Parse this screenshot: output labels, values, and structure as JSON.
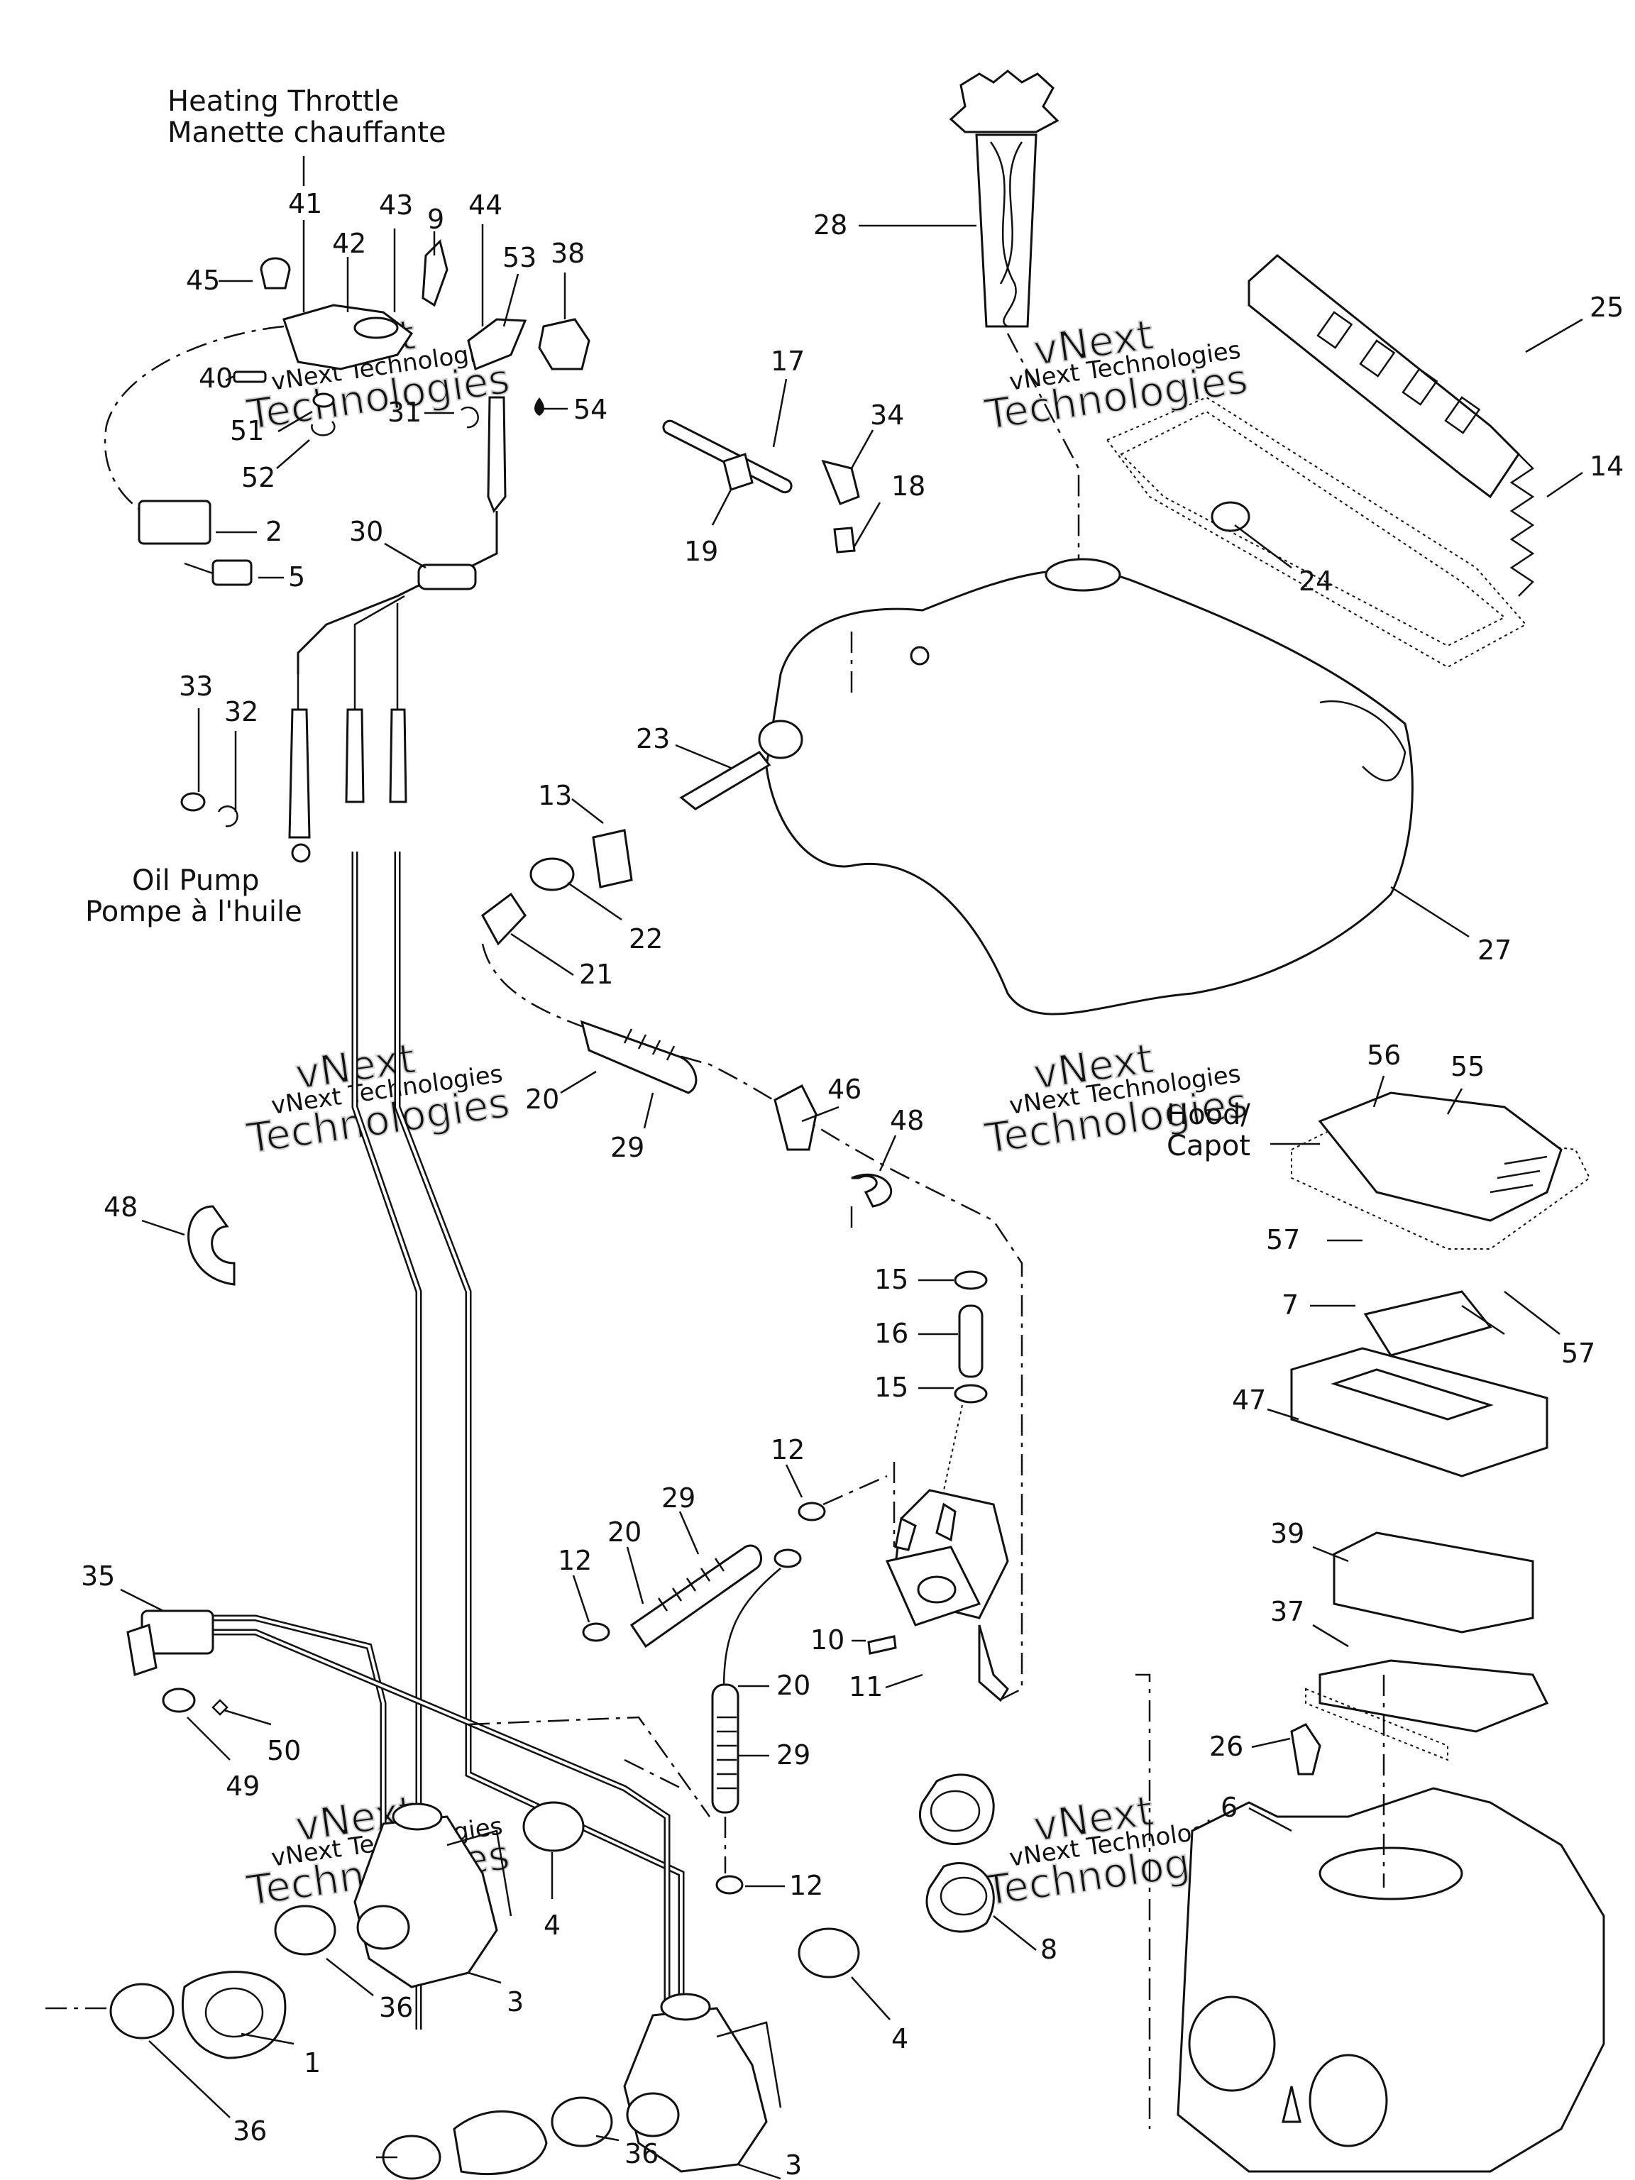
{
  "captions": {
    "heating_throttle_en": "Heating Throttle",
    "heating_throttle_fr": "Manette chauffante",
    "oil_pump_en": "Oil Pump",
    "oil_pump_fr": "Pompe à l'huile",
    "hood_en": "Hood/",
    "hood_fr": "Capot"
  },
  "watermark": {
    "line1": "vNext Technologies",
    "line2": "Technologies",
    "brand": "vNext"
  },
  "callouts": [
    "45",
    "41",
    "42",
    "43",
    "9",
    "44",
    "53",
    "38",
    "40",
    "51",
    "52",
    "31",
    "54",
    "2",
    "5",
    "30",
    "33",
    "32",
    "28",
    "25",
    "17",
    "34",
    "18",
    "19",
    "14",
    "24",
    "23",
    "13",
    "22",
    "21",
    "27",
    "20",
    "29",
    "46",
    "48",
    "48",
    "56",
    "55",
    "57",
    "57",
    "7",
    "47",
    "15",
    "16",
    "15",
    "12",
    "29",
    "20",
    "12",
    "10",
    "11",
    "20",
    "29",
    "39",
    "37",
    "35",
    "50",
    "49",
    "26",
    "6",
    "12",
    "4",
    "8",
    "4",
    "36",
    "1",
    "36",
    "3",
    "36",
    "3",
    "12"
  ]
}
